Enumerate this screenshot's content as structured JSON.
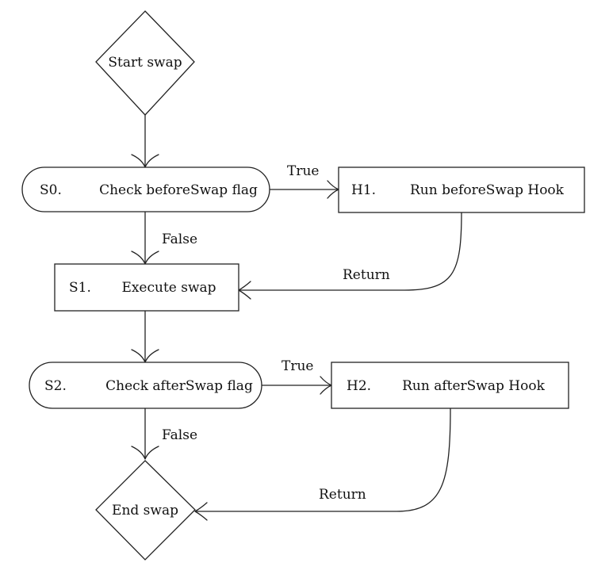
{
  "nodes": {
    "start": {
      "label": "Start swap"
    },
    "s0": {
      "id": "S0.",
      "label": "Check beforeSwap flag"
    },
    "h1": {
      "id": "H1.",
      "label": "Run beforeSwap Hook"
    },
    "s1": {
      "id": "S1.",
      "label": "Execute swap"
    },
    "s2": {
      "id": "S2.",
      "label": "Check afterSwap flag"
    },
    "h2": {
      "id": "H2.",
      "label": "Run afterSwap Hook"
    },
    "end": {
      "label": "End swap"
    }
  },
  "edges": {
    "s0_true": "True",
    "s0_false": "False",
    "h1_return": "Return",
    "s2_true": "True",
    "s2_false": "False",
    "h2_return": "Return"
  },
  "colors": {
    "stroke": "#222222",
    "text": "#111111",
    "background": "#ffffff"
  }
}
